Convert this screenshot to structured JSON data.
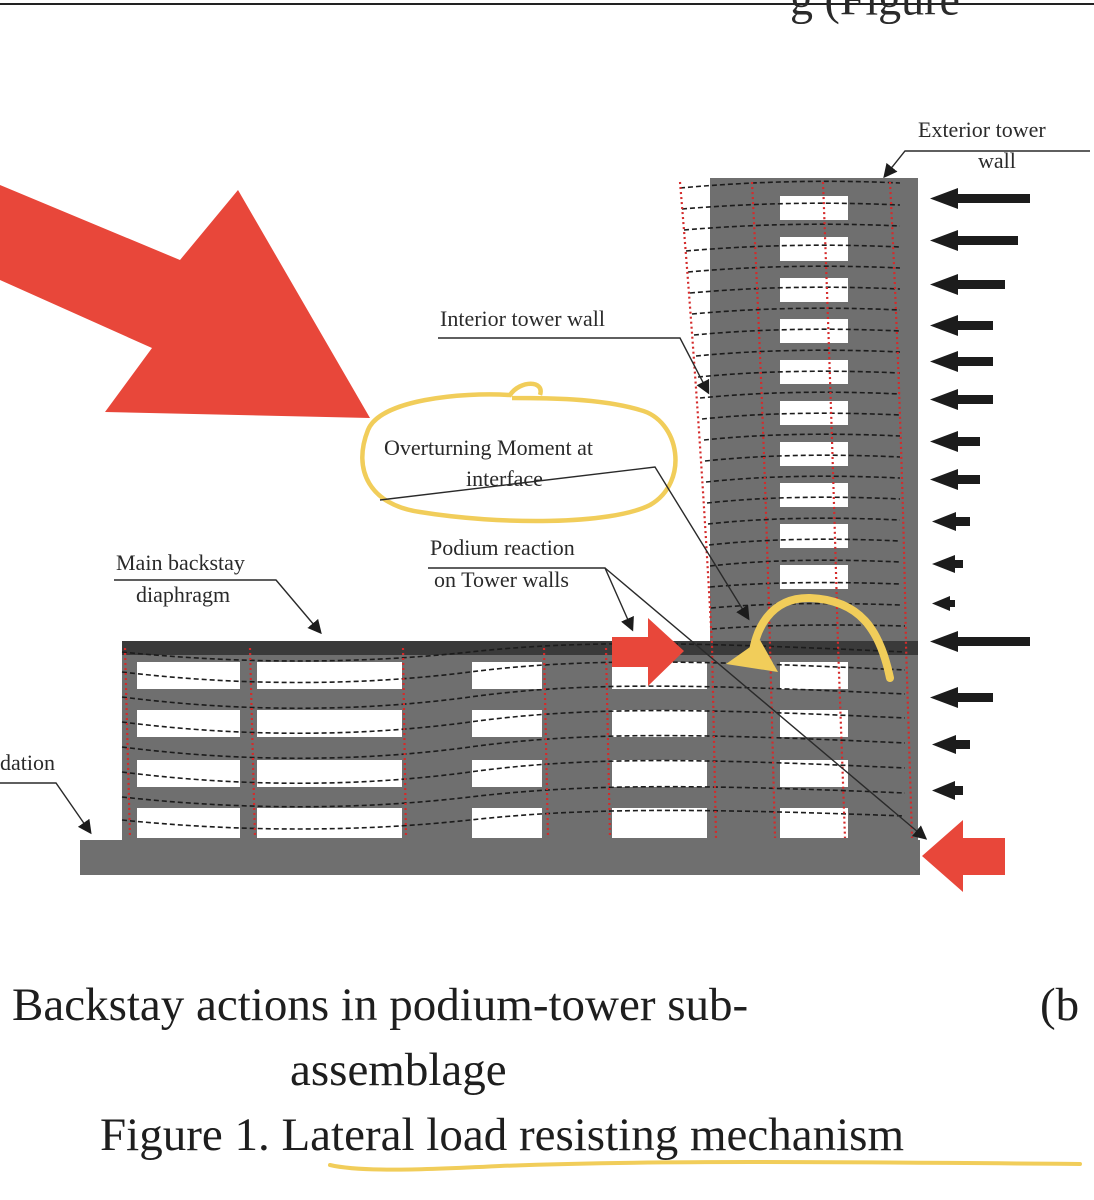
{
  "header_fragment": "g (Figure",
  "labels": {
    "exterior_tower_wall_1": "Exterior tower",
    "exterior_tower_wall_2": "wall",
    "interior_tower_wall": "Interior tower wall",
    "overturning_1": "Overturning Moment at",
    "overturning_2": "interface",
    "podium_reaction_1": "Podium reaction",
    "podium_reaction_2": "on Tower walls",
    "main_backstay_1": "Main backstay",
    "main_backstay_2": "diaphragm",
    "foundation_fragment": "dation"
  },
  "caption": {
    "sub_a_line1": "Backstay actions in podium-tower sub-",
    "sub_a_line2": "assemblage",
    "sub_b_fragment": "(b",
    "figure_prefix": "Figure 1. ",
    "figure_title": "Lateral load resisting mechanism"
  },
  "colors": {
    "structure_gray": "#6f6f6f",
    "dark_slab": "#3a3a3a",
    "red_arrow": "#e8473a",
    "load_arrow": "#1c1c1c",
    "highlight_yellow": "#f1cd5a",
    "red_dotted": "#d42a2a"
  },
  "icons": {
    "large_annotation_arrow": "big-red-arrow-icon",
    "podium_reaction": "red-arrow-right-icon",
    "base_reaction": "red-arrow-left-icon",
    "moment": "curved-moment-arrow-icon",
    "lateral_loads": "arrow-left-icon"
  }
}
